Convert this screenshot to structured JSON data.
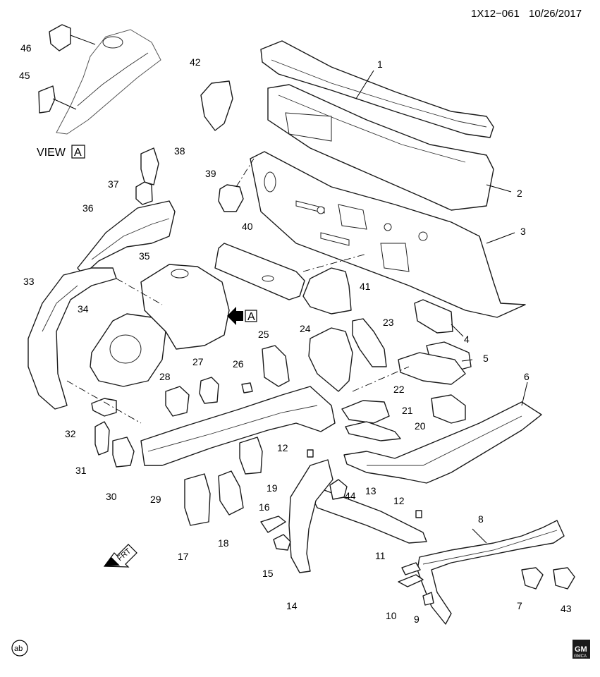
{
  "header": {
    "diagram_id": "1X12−061",
    "date": "10/26/2017"
  },
  "view": {
    "label": "VIEW",
    "letter": "A"
  },
  "arrow_marker": {
    "letter": "A"
  },
  "frt_label": "FRT",
  "footer": {
    "left_badge": "ab",
    "logo_top": "GM",
    "logo_bottom": "GMCA"
  },
  "callouts": [
    "1",
    "2",
    "3",
    "4",
    "5",
    "6",
    "7",
    "8",
    "9",
    "10",
    "11",
    "12",
    "12",
    "13",
    "14",
    "15",
    "16",
    "17",
    "18",
    "19",
    "20",
    "21",
    "22",
    "23",
    "24",
    "25",
    "26",
    "27",
    "28",
    "29",
    "30",
    "31",
    "32",
    "33",
    "34",
    "35",
    "36",
    "37",
    "38",
    "39",
    "40",
    "41",
    "42",
    "43",
    "44",
    "45",
    "46"
  ]
}
